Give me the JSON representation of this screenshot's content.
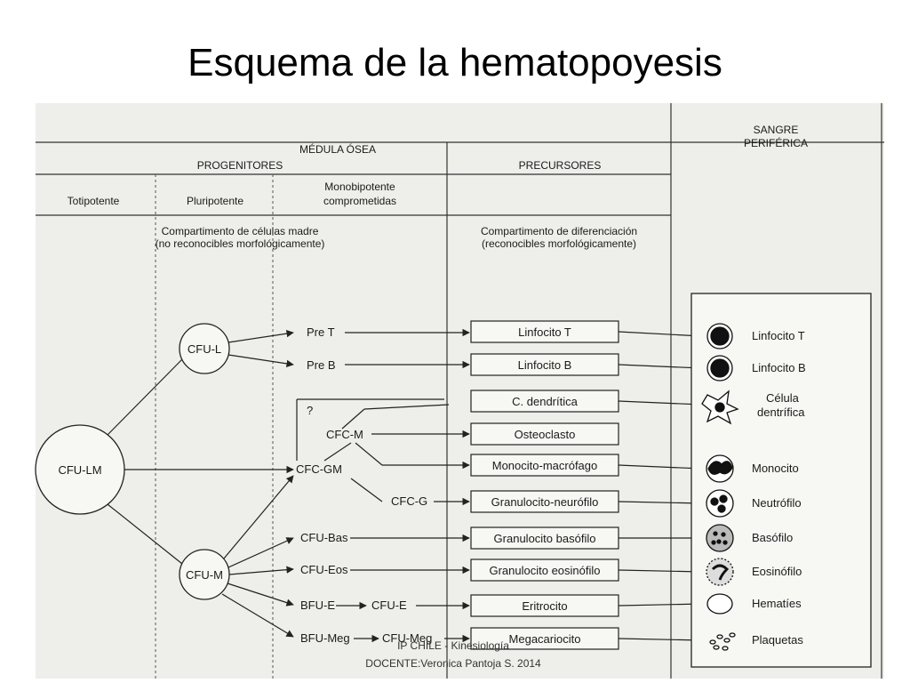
{
  "slide": {
    "title": "Esquema de la hematopoyesis",
    "footer_line1": "IP CHILE - Kinesiología",
    "footer_line2": "DOCENTE:Veronica Pantoja S. 2014"
  },
  "diagram": {
    "header_medula": "MÉDULA ÓSEA",
    "header_sangre_line1": "SANGRE",
    "header_sangre_line2": "PERIFÉRICA",
    "progenitores": "PROGENITORES",
    "precursores": "PRECURSORES",
    "col_totipotente": "Totipotente",
    "col_pluripotente": "Pluripotente",
    "col_monobipotente_line1": "Monobipotente",
    "col_monobipotente_line2": "comprometidas",
    "comp_madre_line1": "Compartimento de células madre",
    "comp_madre_line2": "(no reconocibles morfológicamente)",
    "comp_dif_line1": "Compartimento de diferenciación",
    "comp_dif_line2": "(reconocibles morfológicamente)",
    "cfu_lm": "CFU-LM",
    "cfu_l": "CFU-L",
    "cfu_m": "CFU-M",
    "pre_t": "Pre T",
    "pre_b": "Pre B",
    "question": "?",
    "cfc_m": "CFC-M",
    "cfc_gm": "CFC-GM",
    "cfc_g": "CFC-G",
    "cfu_bas": "CFU-Bas",
    "cfu_eos": "CFU-Eos",
    "bfu_e": "BFU-E",
    "cfu_e": "CFU-E",
    "bfu_meg": "BFU-Meg",
    "cfu_meg": "CFU-Meg",
    "precursor_boxes": [
      "Linfocito  T",
      "Linfocito B",
      "C. dendrítica",
      "Osteoclasto",
      "Monocito-macrófago",
      "Granulocito-neurófilo",
      "Granulocito basófilo",
      "Granulocito eosinófilo",
      "Eritrocito",
      "Megacariocito"
    ],
    "blood_cells": [
      "Linfocito T",
      "Linfocito B",
      "Célula",
      "dentrífica",
      "Monocito",
      "Neutrófilo",
      "Basófilo",
      "Eosinófilo",
      "Hematíes",
      "Plaquetas"
    ]
  }
}
